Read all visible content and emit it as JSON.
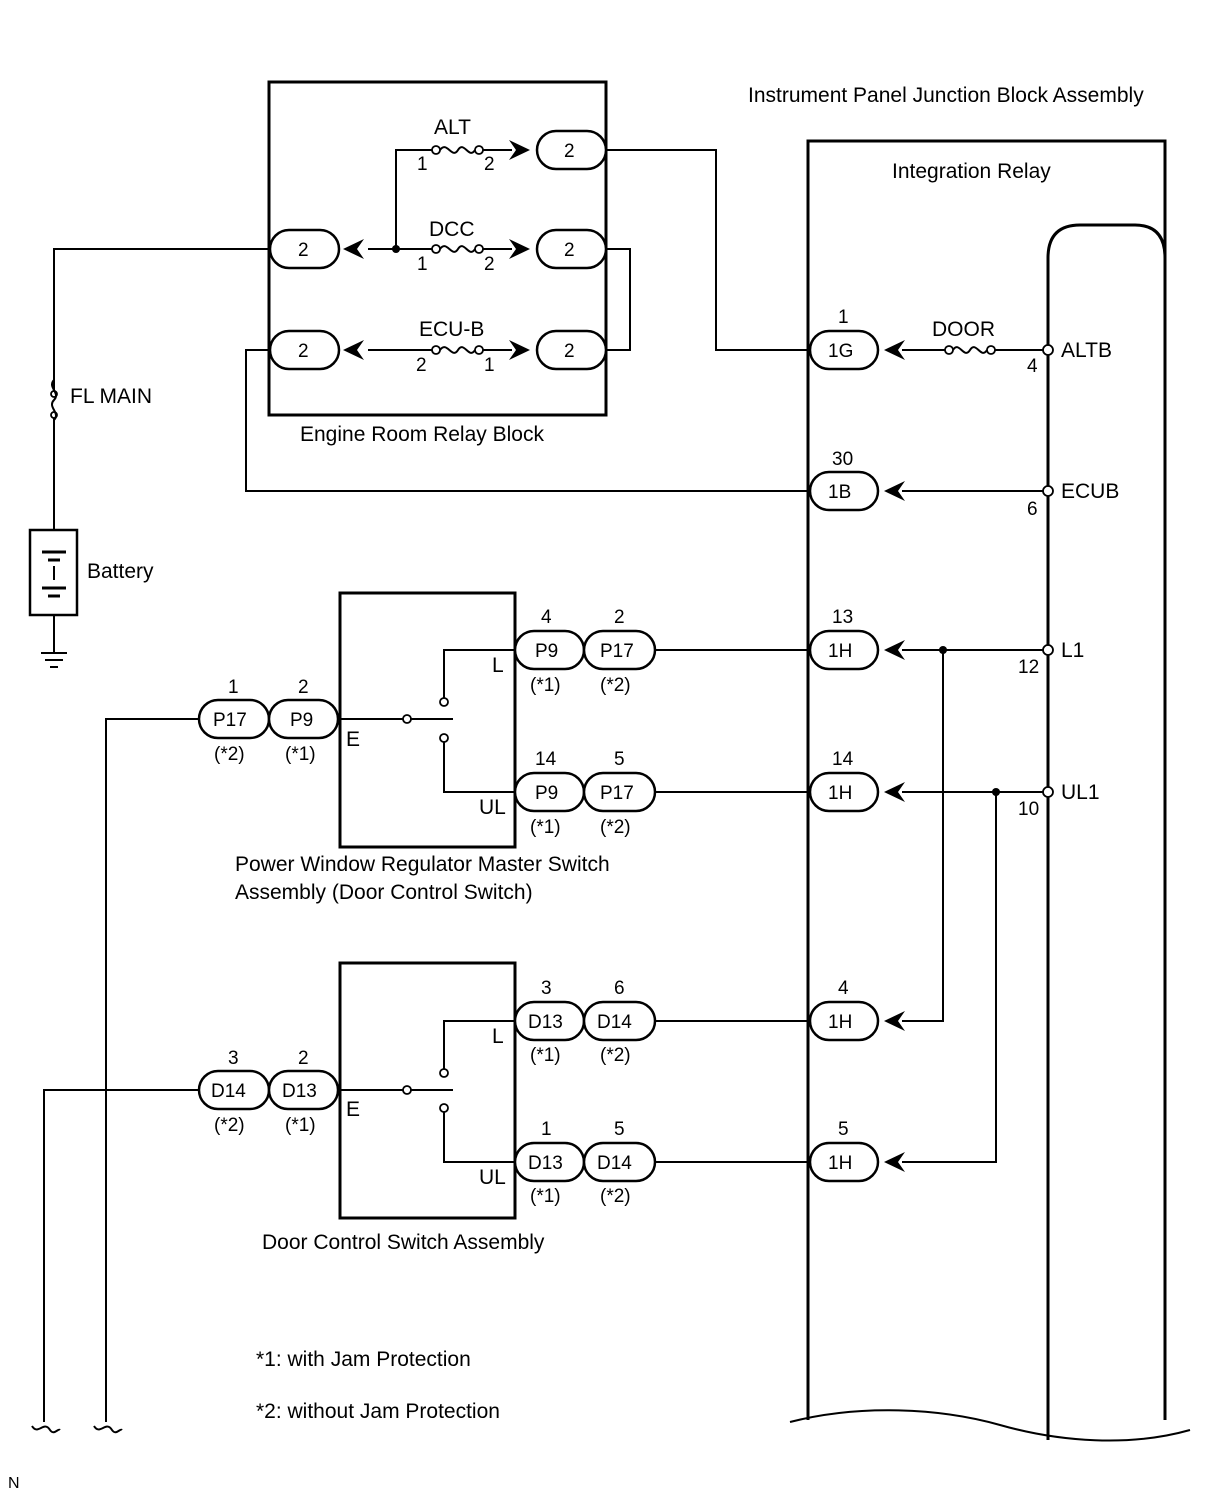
{
  "titles": {
    "ip_jb": "Instrument Panel Junction Block Assembly",
    "integration_relay": "Integration Relay",
    "er_relay_block": "Engine Room Relay Block",
    "pw_master_line1": "Power Window Regulator Master Switch",
    "pw_master_line2": "Assembly (Door Control Switch)",
    "door_ctrl_switch": "Door Control Switch Assembly"
  },
  "labels": {
    "fl_main": "FL MAIN",
    "battery": "Battery",
    "door_fuse": "DOOR",
    "sw_L": "L",
    "sw_UL": "UL",
    "sw_E": "E",
    "corner": "N"
  },
  "fuses": [
    {
      "name": "ALT",
      "pin_a": "1",
      "pin_b": "2"
    },
    {
      "name": "DCC",
      "pin_a": "1",
      "pin_b": "2"
    },
    {
      "name": "ECU-B",
      "pin_a": "2",
      "pin_b": "1"
    }
  ],
  "er_connectors": [
    "2",
    "2",
    "2",
    "2",
    "2"
  ],
  "relay_connectors": [
    {
      "id": "1G",
      "pin": "1"
    },
    {
      "id": "1B",
      "pin": "30"
    },
    {
      "id": "1H",
      "pin": "13"
    },
    {
      "id": "1H",
      "pin": "14"
    },
    {
      "id": "1H",
      "pin": "4"
    },
    {
      "id": "1H",
      "pin": "5"
    }
  ],
  "relay_terminals": [
    {
      "name": "ALTB",
      "pin": "4"
    },
    {
      "name": "ECUB",
      "pin": "6"
    },
    {
      "name": "L1",
      "pin": "12"
    },
    {
      "name": "UL1",
      "pin": "10"
    }
  ],
  "pw_connectors": {
    "L": [
      {
        "id": "P9",
        "pin": "4",
        "note": "(*1)"
      },
      {
        "id": "P17",
        "pin": "2",
        "note": "(*2)"
      }
    ],
    "UL": [
      {
        "id": "P9",
        "pin": "14",
        "note": "(*1)"
      },
      {
        "id": "P17",
        "pin": "5",
        "note": "(*2)"
      }
    ],
    "E": [
      {
        "id": "P17",
        "pin": "1",
        "note": "(*2)"
      },
      {
        "id": "P9",
        "pin": "2",
        "note": "(*1)"
      }
    ]
  },
  "dc_connectors": {
    "L": [
      {
        "id": "D13",
        "pin": "3",
        "note": "(*1)"
      },
      {
        "id": "D14",
        "pin": "6",
        "note": "(*2)"
      }
    ],
    "UL": [
      {
        "id": "D13",
        "pin": "1",
        "note": "(*1)"
      },
      {
        "id": "D14",
        "pin": "5",
        "note": "(*2)"
      }
    ],
    "E": [
      {
        "id": "D14",
        "pin": "3",
        "note": "(*2)"
      },
      {
        "id": "D13",
        "pin": "2",
        "note": "(*1)"
      }
    ]
  },
  "notes": [
    "*1: with Jam Protection",
    "*2: without Jam Protection"
  ]
}
